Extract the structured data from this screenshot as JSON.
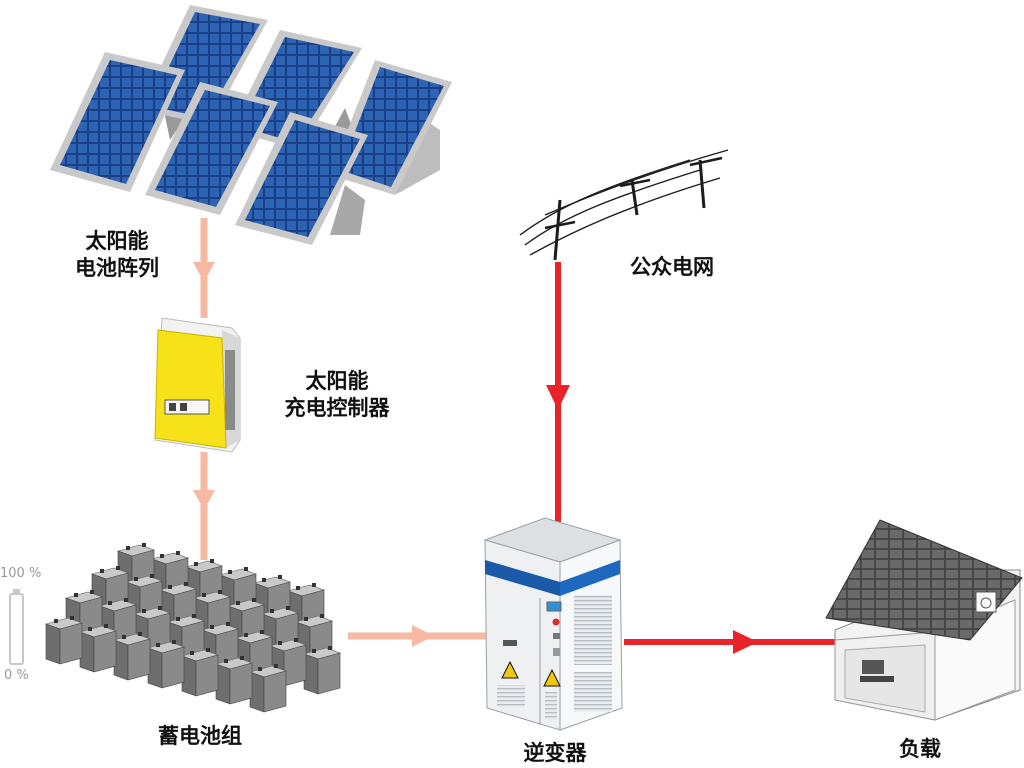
{
  "labels": {
    "solar_array": [
      "太阳能",
      "电池阵列"
    ],
    "charge_controller": [
      "太阳能",
      "充电控制器"
    ],
    "public_grid": "公众电网",
    "battery_bank": "蓄电池组",
    "inverter": "逆变器",
    "load": "负载"
  },
  "battery_gauge": {
    "top": "100 %",
    "bottom": "0 %"
  },
  "colors": {
    "dc_flow": "#f7b9a2",
    "ac_flow": "#e8232a",
    "panel_cell": "#1d4f9c",
    "controller_yellow": "#f7e21a",
    "battery_body": "#6e6e6e",
    "inverter_stripe": "#1a5aa8"
  }
}
